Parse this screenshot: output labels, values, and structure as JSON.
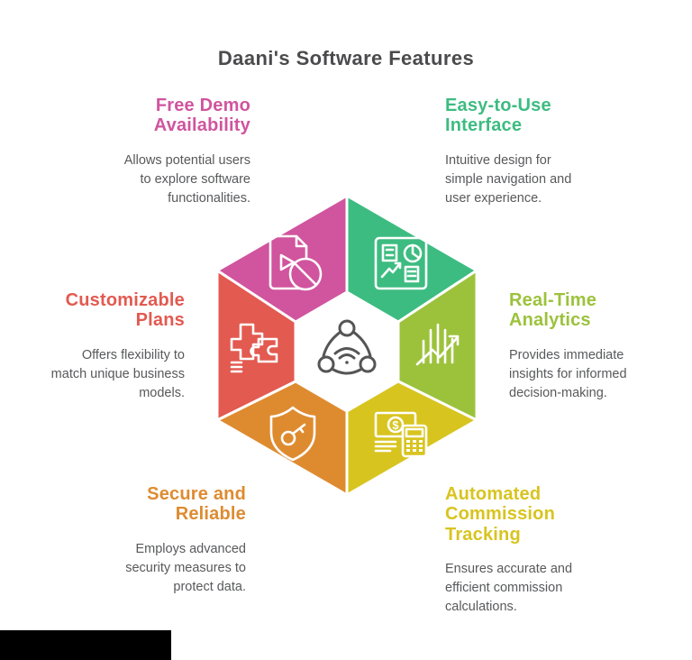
{
  "title": "Daani's Software Features",
  "colors": {
    "title_text": "#4b4b4d",
    "body_text": "#58595b",
    "background": "#ffffff",
    "seam": "#ffffff",
    "center_icon": "#555555",
    "footer_bar": "#000000"
  },
  "center": {
    "icon": "network-share-icon"
  },
  "segments": [
    {
      "name": "free-demo",
      "position": "top-left",
      "color": "#d1549e",
      "icon": "video-document-blocked-icon",
      "heading": "Free Demo\nAvailability",
      "description": "Allows potential users\nto explore software\nfunctionalities."
    },
    {
      "name": "easy-to-use-interface",
      "position": "top-right",
      "color": "#3dbc81",
      "icon": "dashboard-report-icon",
      "heading": "Easy-to-Use\nInterface",
      "description": "Intuitive design for\nsimple navigation and\nuser experience."
    },
    {
      "name": "real-time-analytics",
      "position": "right",
      "color": "#9cc23c",
      "icon": "growth-chart-icon",
      "heading": "Real-Time\nAnalytics",
      "description": "Provides immediate\ninsights for informed\ndecision-making."
    },
    {
      "name": "automated-commission-tracking",
      "position": "bottom-right",
      "color": "#d8c41f",
      "icon": "money-calculator-icon",
      "currency_symbol": "$",
      "heading": "Automated\nCommission\nTracking",
      "description": "Ensures accurate and\nefficient commission\ncalculations."
    },
    {
      "name": "secure-and-reliable",
      "position": "bottom-left",
      "color": "#de8b30",
      "icon": "shield-key-icon",
      "heading": "Secure and\nReliable",
      "description": "Employs advanced\nsecurity measures to\nprotect data."
    },
    {
      "name": "customizable-plans",
      "position": "left",
      "color": "#e25a50",
      "icon": "puzzle-icon",
      "heading": "Customizable\nPlans",
      "description": "Offers flexibility to\nmatch unique business\nmodels."
    }
  ]
}
